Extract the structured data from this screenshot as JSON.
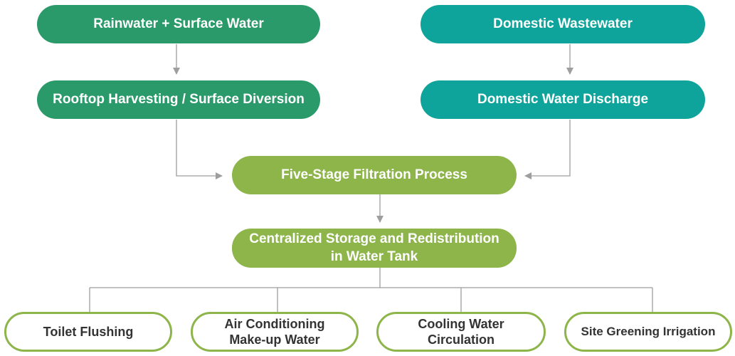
{
  "colors": {
    "green": "#2b9a6a",
    "teal": "#0ea49b",
    "lime": "#8db54a",
    "connector": "#9e9e9e",
    "outline_text": "#333333"
  },
  "nodes": {
    "rainwater": "Rainwater + Surface Water",
    "rooftop": "Rooftop Harvesting / Surface Diversion",
    "domestic_wastewater": "Domestic Wastewater",
    "domestic_discharge": "Domestic Water Discharge",
    "filtration": "Five-Stage Filtration Process",
    "storage_line1": "Centralized Storage and Redistribution",
    "storage_line2": "in Water Tank"
  },
  "outputs": {
    "toilet": "Toilet Flushing",
    "aircon_line1": "Air Conditioning",
    "aircon_line2": "Make-up Water",
    "cooling_line1": "Cooling Water",
    "cooling_line2": "Circulation",
    "greening": "Site Greening Irrigation"
  }
}
